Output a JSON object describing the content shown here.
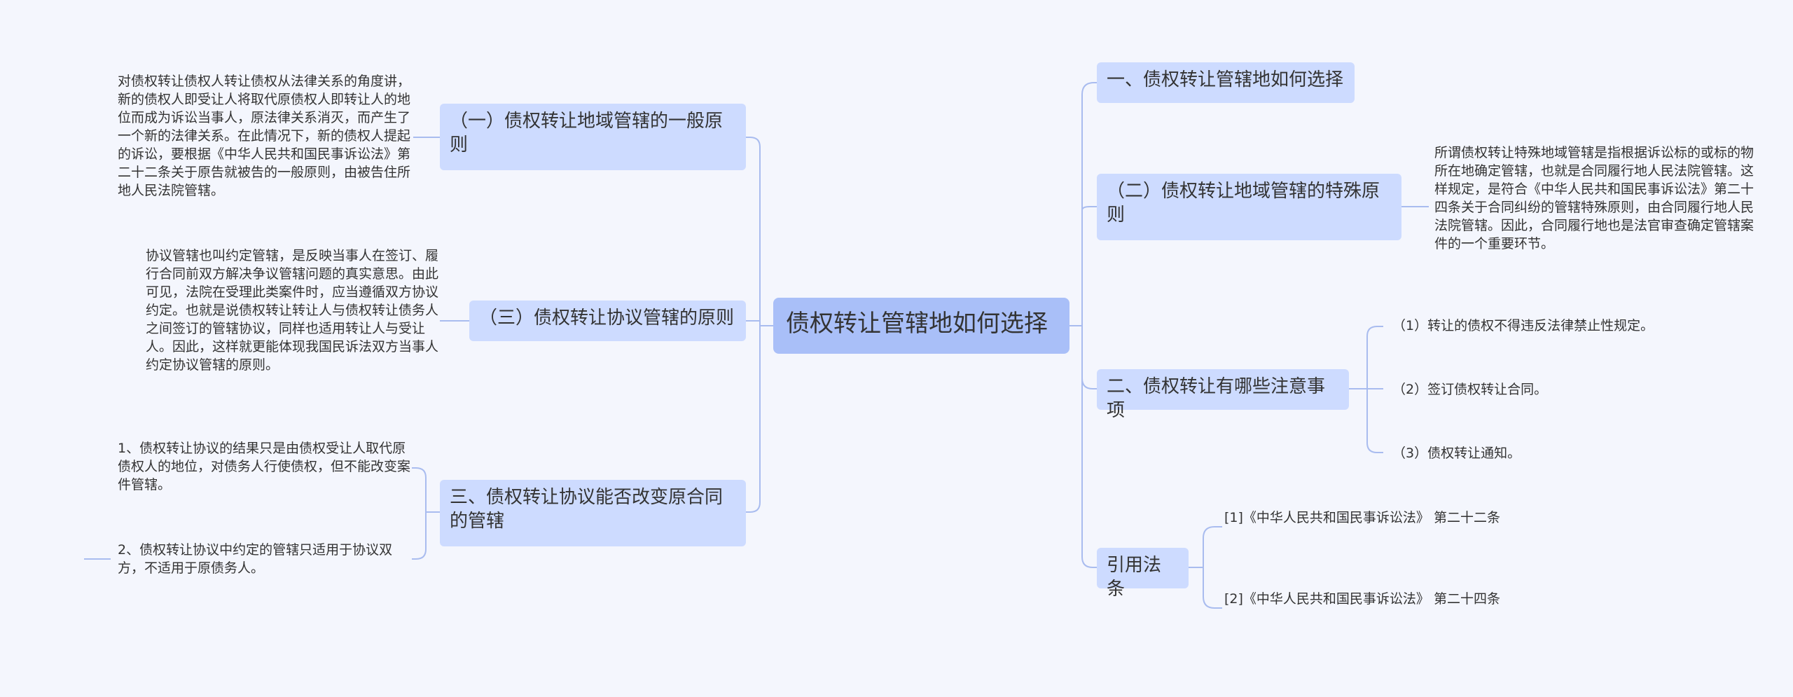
{
  "root": "债权转让管辖地如何选择",
  "right": {
    "n1": "一、债权转让管辖地如何选择",
    "n2": "（二）债权转让地域管辖的特殊原则",
    "n2_text": "所谓债权转让特殊地域管辖是指根据诉讼标的或标的物所在地确定管辖，也就是合同履行地人民法院管辖。这样规定，是符合《中华人民共和国民事诉讼法》第二十四条关于合同纠纷的管辖特殊原则，由合同履行地人民法院管辖。因此，合同履行地也是法官审查确定管辖案件的一个重要环节。",
    "n3": "二、债权转让有哪些注意事项",
    "n3_items": [
      "（1）转让的债权不得违反法律禁止性规定。",
      "（2）签订债权转让合同。",
      "（3）债权转让通知。"
    ],
    "n4": "引用法条",
    "n4_items": [
      "[1]《中华人民共和国民事诉讼法》 第二十二条",
      "[2]《中华人民共和国民事诉讼法》 第二十四条"
    ]
  },
  "left": {
    "n1": "（一）债权转让地域管辖的一般原则",
    "n1_text": "对债权转让债权人转让债权从法律关系的角度讲，新的债权人即受让人将取代原债权人即转让人的地位而成为诉讼当事人，原法律关系消灭，而产生了一个新的法律关系。在此情况下，新的债权人提起的诉讼，要根据《中华人民共和国民事诉讼法》第二十二条关于原告就被告的一般原则，由被告住所地人民法院管辖。",
    "n2": "（三）债权转让协议管辖的原则",
    "n2_text": "协议管辖也叫约定管辖，是反映当事人在签订、履行合同前双方解决争议管辖问题的真实意思。由此可见，法院在受理此类案件时，应当遵循双方协议约定。也就是说债权转让转让人与债权转让债务人之间签订的管辖协议，同样也适用转让人与受让人。因此，这样就更能体现我国民诉法双方当事人约定协议管辖的原则。",
    "n3": "三、债权转让协议能否改变原合同的管辖",
    "n3_items": [
      "1、债权转让协议的结果只是由债权受让人取代原债权人的地位，对债务人行使债权，但不能改变案件管辖。",
      "2、债权转让协议中约定的管辖只适用于协议双方，不适用于原债务人。"
    ]
  }
}
